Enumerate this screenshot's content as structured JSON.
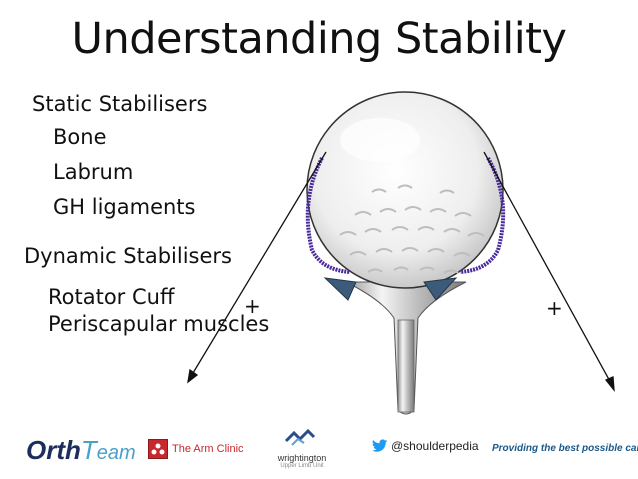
{
  "title": "Understanding Stability",
  "static": {
    "heading": "Static Stabilisers",
    "items": [
      "Bone",
      "Labrum",
      "GH ligaments"
    ]
  },
  "dynamic": {
    "heading": "Dynamic Stabilisers",
    "items": [
      "Rotator Cuff",
      "Periscapular muscles"
    ]
  },
  "diagram": {
    "plus_left": "+",
    "plus_right": "+"
  },
  "footer": {
    "orth_prefix": "Orth",
    "orth_t": "T",
    "orth_suffix": "eam",
    "arm_clinic": "The Arm Clinic",
    "wrightington_name": "wrightington",
    "wrightington_sub": "Upper Limb Unit",
    "twitter_handle": "@shoulderpedia",
    "tagline": "Providing the best possible care"
  },
  "colors": {
    "labrum": "#4a2a9a",
    "tee_triangles": "#3c5a7a",
    "arm_clinic_red": "#c8272d",
    "twitter_blue": "#1d9bf0",
    "tagline_blue": "#1c5a8a"
  }
}
